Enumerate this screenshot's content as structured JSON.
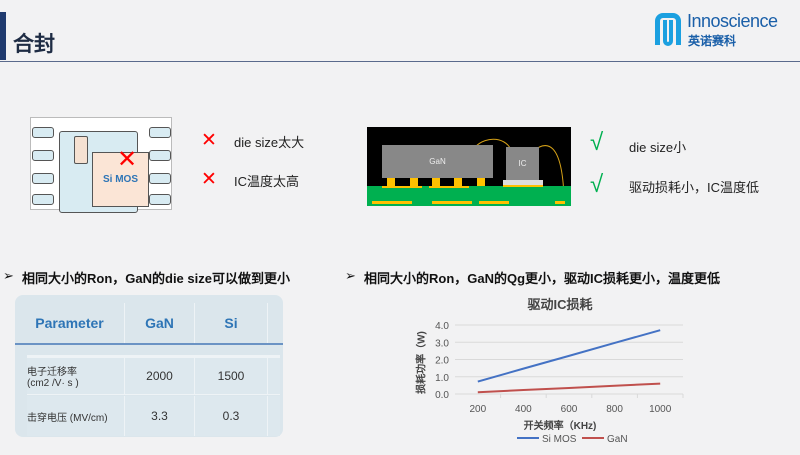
{
  "header": {
    "title": "合封",
    "logo_en": "Innoscience",
    "logo_cn": "英诺赛科"
  },
  "left_diagram": {
    "die_label": "Si MOS",
    "points": [
      {
        "icon": "cross-icon",
        "text": "die size太大"
      },
      {
        "icon": "cross-icon",
        "text": "IC温度太高"
      }
    ]
  },
  "right_diagram": {
    "gan_label": "GaN",
    "ic_label": "IC",
    "points": [
      {
        "icon": "check-icon",
        "text": "die size小"
      },
      {
        "icon": "check-icon",
        "text": "驱动损耗小，IC温度低"
      }
    ]
  },
  "bullets": {
    "left": "相同大小的Ron，GaN的die size可以做到更小",
    "right": "相同大小的Ron，GaN的Qg更小，驱动IC损耗更小，温度更低"
  },
  "table": {
    "headers": [
      "Parameter",
      "GaN",
      "Si"
    ],
    "rows": [
      {
        "param_line1": "电子迁移率",
        "param_line2": "(cm2 /V· s )",
        "gan": "2000",
        "si": "1500"
      },
      {
        "param_line1": "击穿电压 (MV/cm)",
        "param_line2": "",
        "gan": "3.3",
        "si": "0.3"
      }
    ]
  },
  "chart_data": {
    "type": "line",
    "title": "驱动IC损耗",
    "xlabel": "开关频率（KHz)",
    "ylabel": "损耗功率（W)",
    "x": [
      200,
      400,
      600,
      800,
      1000
    ],
    "xlim": [
      100,
      1100
    ],
    "ylim": [
      0,
      4
    ],
    "yticks": [
      "0.0",
      "1.0",
      "2.0",
      "3.0",
      "4.0"
    ],
    "xticks": [
      "200",
      "400",
      "600",
      "800",
      "1000"
    ],
    "grid": true,
    "legend": "bottom",
    "series": [
      {
        "name": "Si MOS",
        "color": "#4472c4",
        "values": [
          0.72,
          1.47,
          2.21,
          2.96,
          3.7
        ]
      },
      {
        "name": "GaN",
        "color": "#c0504d",
        "values": [
          0.1,
          0.23,
          0.35,
          0.48,
          0.6
        ]
      }
    ]
  }
}
